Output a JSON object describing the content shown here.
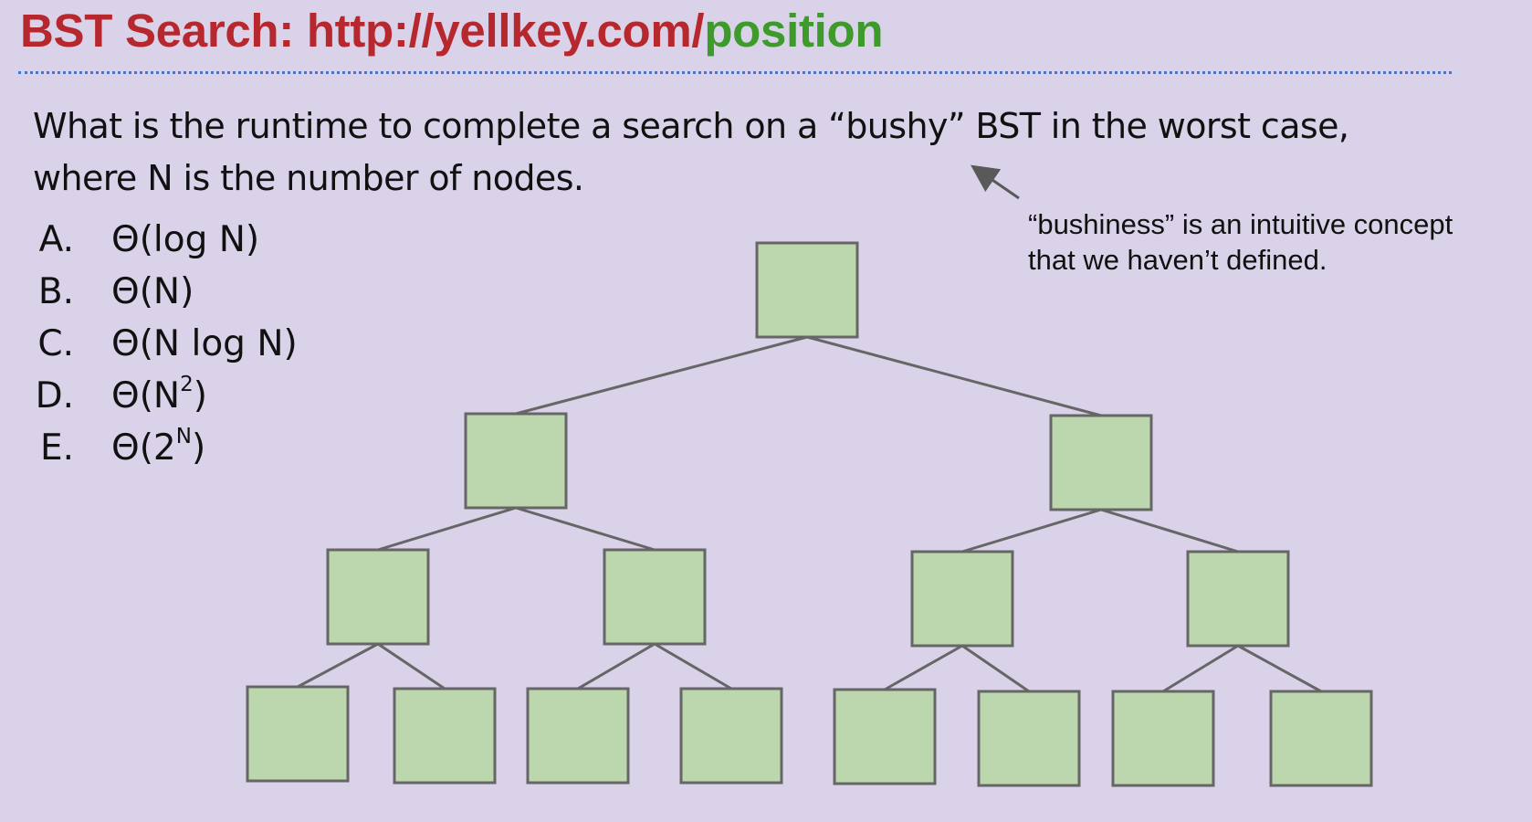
{
  "slide": {
    "title_prefix": "BST Search: http://yellkey.com/",
    "title_keyword": "position",
    "question_line1": "What is the runtime to complete a search on a “bushy” BST in the worst case,",
    "question_line2": "where N is the number of nodes.",
    "choices": [
      {
        "letter": "A.",
        "expr": "Θ(log N)"
      },
      {
        "letter": "B.",
        "expr": "Θ(N)"
      },
      {
        "letter": "C.",
        "expr": "Θ(N log N)"
      },
      {
        "letter": "D.",
        "base": "Θ(N",
        "sup": "2",
        "tail": ")"
      },
      {
        "letter": "E.",
        "base": "Θ(2",
        "sup": "N",
        "tail": ")"
      }
    ],
    "note_line1": "“bushiness” is an intuitive concept",
    "note_line2": "that we haven’t defined.",
    "node_color": "#bcd7ae",
    "edge_color": "#666666"
  }
}
